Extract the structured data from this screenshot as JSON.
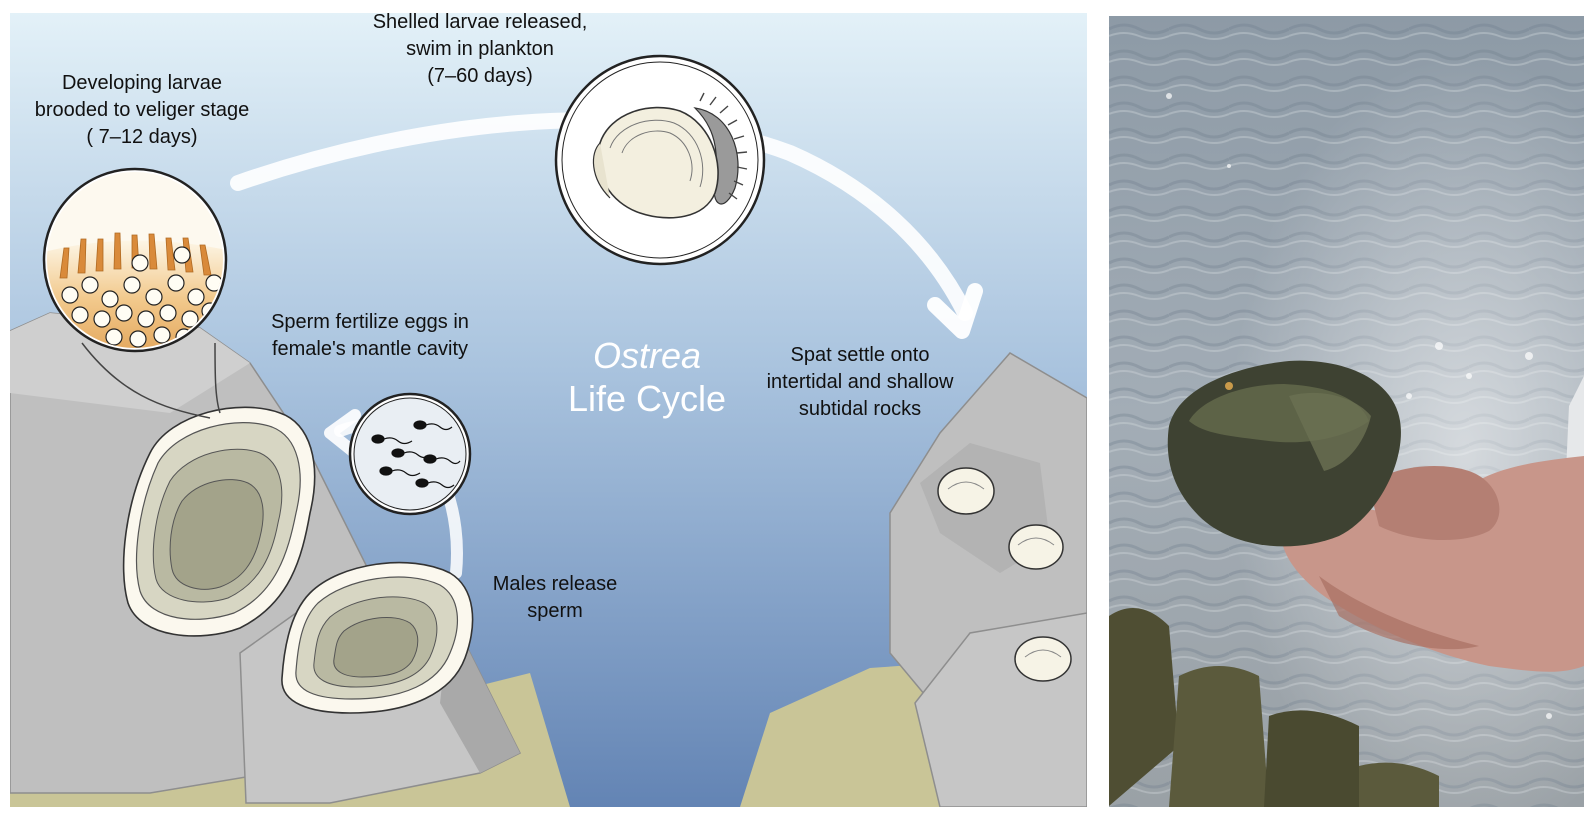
{
  "diagram": {
    "title_genus": "Ostrea",
    "title_rest": "Life Cycle",
    "labels": {
      "brooded": [
        "Developing larvae",
        "brooded to veliger stage",
        "( 7–12 days)"
      ],
      "released": [
        "Shelled larvae released,",
        "swim in plankton",
        "(7–60 days)"
      ],
      "fertilize": [
        "Sperm fertilize eggs in",
        "female's mantle cavity"
      ],
      "males": [
        "Males release",
        "sperm"
      ],
      "spat": [
        "Spat settle onto",
        "intertidal and shallow",
        "subtidal rocks"
      ]
    }
  },
  "colors": {
    "water_top": "#e3f1f8",
    "water_bottom": "#6384b4",
    "rock": "#bdbdbd",
    "sand": "#c9c597",
    "shell_inner": "#a3a38a",
    "larva_orange": "#d98a3a"
  }
}
